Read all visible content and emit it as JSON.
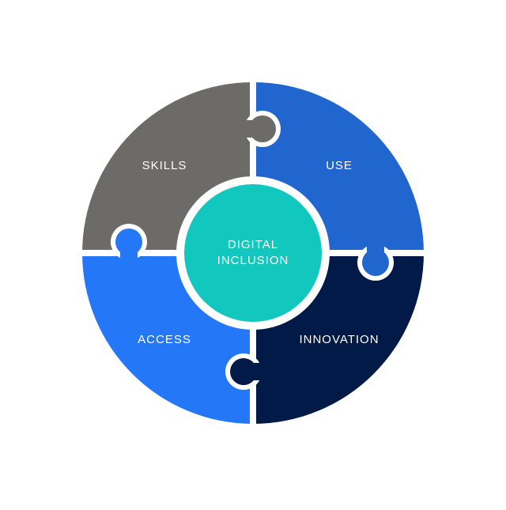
{
  "center": {
    "line1": "DIGITAL",
    "line2": "INCLUSION",
    "color": "#12c7bd"
  },
  "pieces": [
    {
      "label": "SKILLS",
      "color": "#6c6b67"
    },
    {
      "label": "USE",
      "color": "#2166cf"
    },
    {
      "label": "ACCESS",
      "color": "#2477f7"
    },
    {
      "label": "INNOVATION",
      "color": "#021a47"
    }
  ]
}
